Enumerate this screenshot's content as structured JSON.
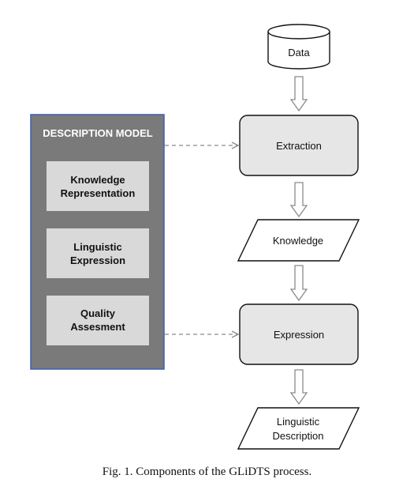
{
  "description_model": {
    "title": "DESCRIPTION MODEL",
    "items": [
      {
        "line1": "Knowledge",
        "line2": "Representation"
      },
      {
        "line1": "Linguistic",
        "line2": "Expression"
      },
      {
        "line1": "Quality",
        "line2": "Assesment"
      }
    ]
  },
  "flow": {
    "data": "Data",
    "extraction": "Extraction",
    "knowledge": "Knowledge",
    "expression": "Expression",
    "linguistic_description": {
      "line1": "Linguistic",
      "line2": "Description"
    }
  },
  "caption": "Fig. 1. Components of the GLiDTS process.",
  "colors": {
    "panel_fill": "#7a7a7a",
    "panel_border": "#3a5fae",
    "item_fill": "#d9d9d9",
    "process_fill": "#e6e6e6"
  }
}
